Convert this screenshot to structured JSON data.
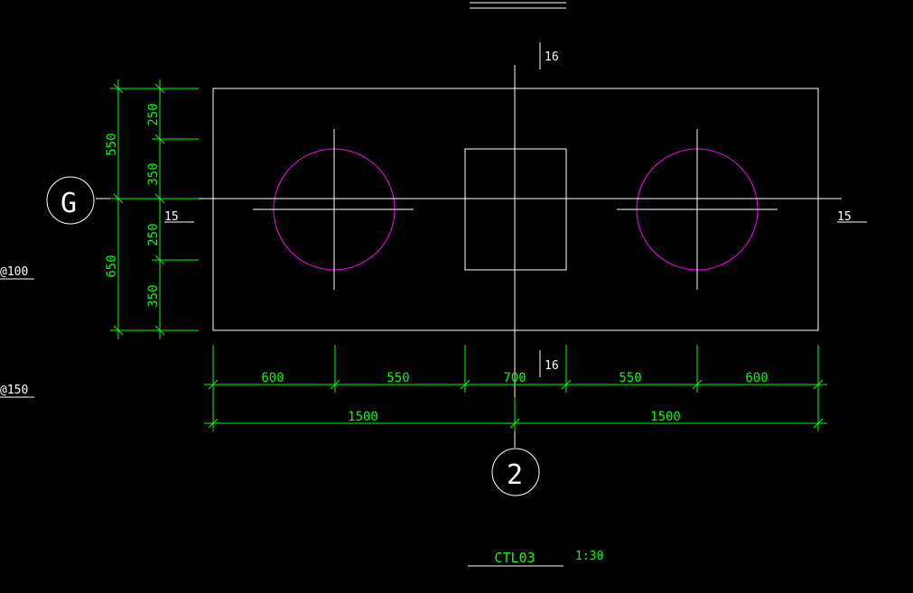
{
  "colors": {
    "background": "#000000",
    "dimension": "#00ff00",
    "outline": "#ffffff",
    "pile": "#ff00ff"
  },
  "axis_grid": {
    "row_label": "G",
    "column_label": "2"
  },
  "section_marks": {
    "vertical": "16",
    "horizontal": "15"
  },
  "rebar_notes": [
    "@100",
    "@150"
  ],
  "dimensions": {
    "left_overall": [
      "550",
      "650"
    ],
    "left_detail": [
      "250",
      "350",
      "250",
      "350"
    ],
    "bottom_detail": [
      "600",
      "550",
      "700",
      "550",
      "600"
    ],
    "bottom_overall": [
      "1500",
      "1500"
    ]
  },
  "title": {
    "name": "CTL03",
    "scale": "1:30"
  }
}
